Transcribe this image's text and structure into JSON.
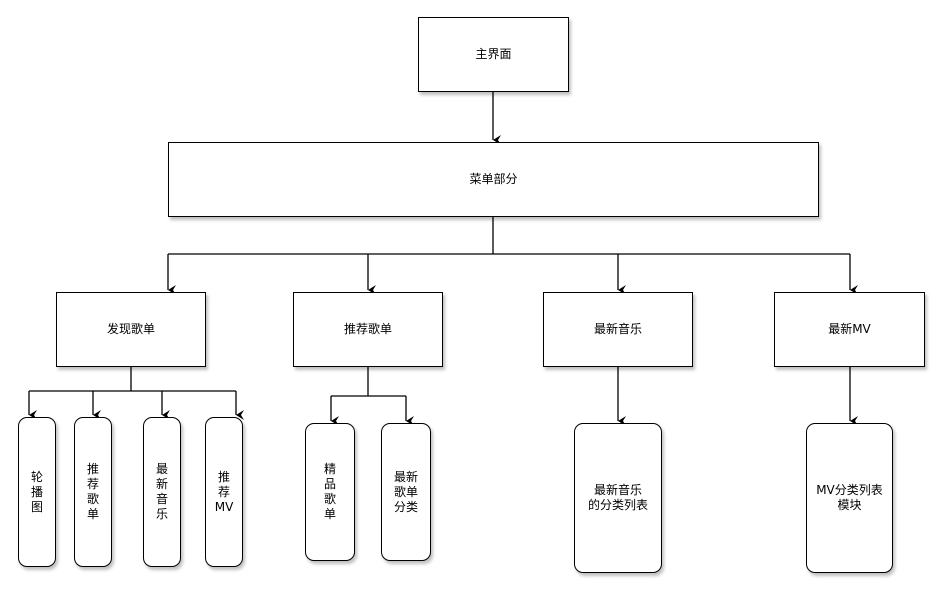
{
  "diagram": {
    "root": {
      "label": "主界面"
    },
    "menu": {
      "label": "菜单部分"
    },
    "categories": [
      {
        "label": "发现歌单",
        "children": [
          "轮\n播\n图",
          "推\n荐\n歌\n单",
          "最\n新\n音\n乐",
          "推\n荐\nMV"
        ]
      },
      {
        "label": "推荐歌单",
        "children": [
          "精\n品\n歌\n单",
          "最新\n歌单\n分类"
        ]
      },
      {
        "label": "最新音乐",
        "children": [
          "最新音乐\n的分类列表"
        ]
      },
      {
        "label": "最新MV",
        "children": [
          "MV分类列表\n模块"
        ]
      }
    ]
  }
}
